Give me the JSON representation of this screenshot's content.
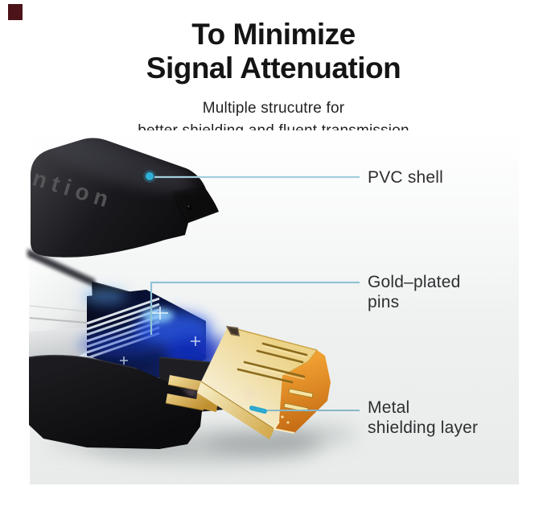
{
  "header": {
    "title_line1": "To Minimize",
    "title_line2": "Signal Attenuation",
    "subtitle_line1": "Multiple strucutre for",
    "subtitle_line2": "better shielding and fluent transmission"
  },
  "callouts": {
    "pvc_shell": {
      "label": "PVC shell"
    },
    "gold_plated_pins": {
      "line1": "Gold–plated",
      "line2": "pins"
    },
    "metal_shielding_layer": {
      "line1": "Metal",
      "line2": "shielding layer"
    }
  },
  "product": {
    "brand_text": "ention"
  },
  "colors": {
    "accent_callout_dot": "#2fb2da",
    "callout_line": "#9fcbdb",
    "gold_shell": "#ecd388",
    "gold_back_face": "#bf6410",
    "pin_glow_blue": "#1e44d8",
    "backdrop_gray": "#e8ebea",
    "corner_mark": "#4c1318",
    "title_text": "#141414",
    "label_text": "#2e2e30"
  }
}
